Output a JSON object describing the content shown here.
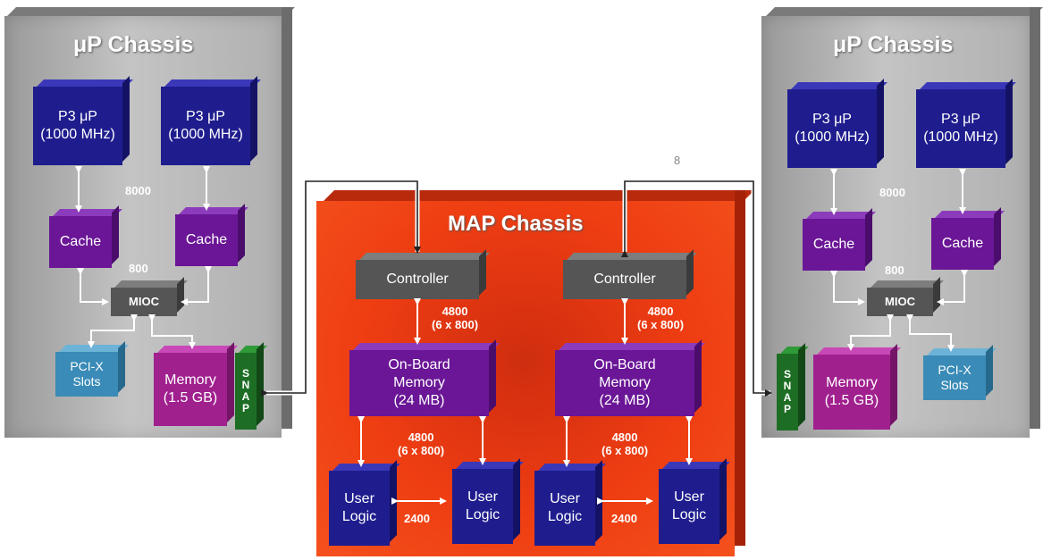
{
  "left_chassis": {
    "title": "μP Chassis",
    "proc1": [
      "P3 μP",
      "(1000 MHz)"
    ],
    "proc2": [
      "P3 μP",
      "(1000 MHz)"
    ],
    "cache1": "Cache",
    "cache2": "Cache",
    "bw_proc_cache": "8000",
    "bw_cache_mioc": "800",
    "mioc": "MIOC",
    "pcix": [
      "PCI-X",
      "Slots"
    ],
    "memory": [
      "Memory",
      "(1.5 GB)"
    ],
    "snap": "SNAP"
  },
  "right_chassis": {
    "title": "μP Chassis",
    "proc1": [
      "P3 μP",
      "(1000 MHz)"
    ],
    "proc2": [
      "P3 μP",
      "(1000 MHz)"
    ],
    "cache1": "Cache",
    "cache2": "Cache",
    "bw_proc_cache": "8000",
    "bw_cache_mioc": "800",
    "mioc": "MIOC",
    "pcix": [
      "PCI-X",
      "Slots"
    ],
    "memory": [
      "Memory",
      "(1.5 GB)"
    ],
    "snap": "SNAP"
  },
  "map_chassis": {
    "title": "MAP Chassis",
    "left": {
      "controller": "Controller",
      "bw_ctrl_mem": [
        "4800",
        "(6 x 800)"
      ],
      "memory": [
        "On-Board",
        "Memory",
        "(24 MB)"
      ],
      "bw_mem_logic": [
        "4800",
        "(6 x 800)"
      ],
      "logic1": [
        "User",
        "Logic"
      ],
      "logic2": [
        "User",
        "Logic"
      ],
      "bw_logic": "2400"
    },
    "right": {
      "controller": "Controller",
      "bw_ctrl_mem": [
        "4800",
        "(6 x 800)"
      ],
      "memory": [
        "On-Board",
        "Memory",
        "(24 MB)"
      ],
      "bw_mem_logic": [
        "4800",
        "(6 x 800)"
      ],
      "logic1": [
        "User",
        "Logic"
      ],
      "logic2": [
        "User",
        "Logic"
      ],
      "bw_logic": "2400"
    }
  },
  "stray_label": "8",
  "colors": {
    "processor": "#1f1d8e",
    "cache": "#6a1696",
    "memory": "#a0208e",
    "pcix": "#3a8bb7",
    "snap": "#1d6e24",
    "map_chassis": "#ee3d12",
    "chassis": "#b8b8b8"
  }
}
